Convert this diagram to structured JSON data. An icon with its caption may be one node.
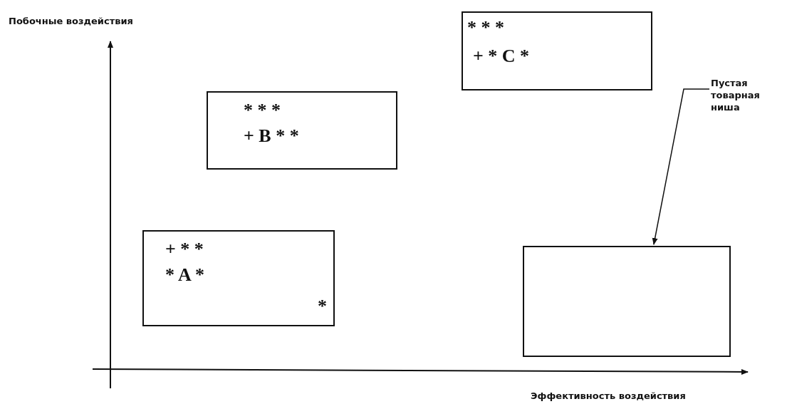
{
  "diagram": {
    "nodes": [
      {
        "text": [
          "* * *",
          "+ * C *"
        ]
      },
      {
        "text": [
          "* * *",
          "+ B * *"
        ]
      },
      {
        "text": [
          "Пустая товарная ниша"
        ]
      },
      {
        "text": [
          "+ * *",
          "* A *",
          "*"
        ]
      },
      {
        "text": [],
        "shape": "box"
      }
    ],
    "edges": [
      {
        "from": 2,
        "to": 4,
        "arrow": "to"
      }
    ],
    "labels": [
      "Побочные воздействия",
      "Эффективность воздействия"
    ]
  }
}
